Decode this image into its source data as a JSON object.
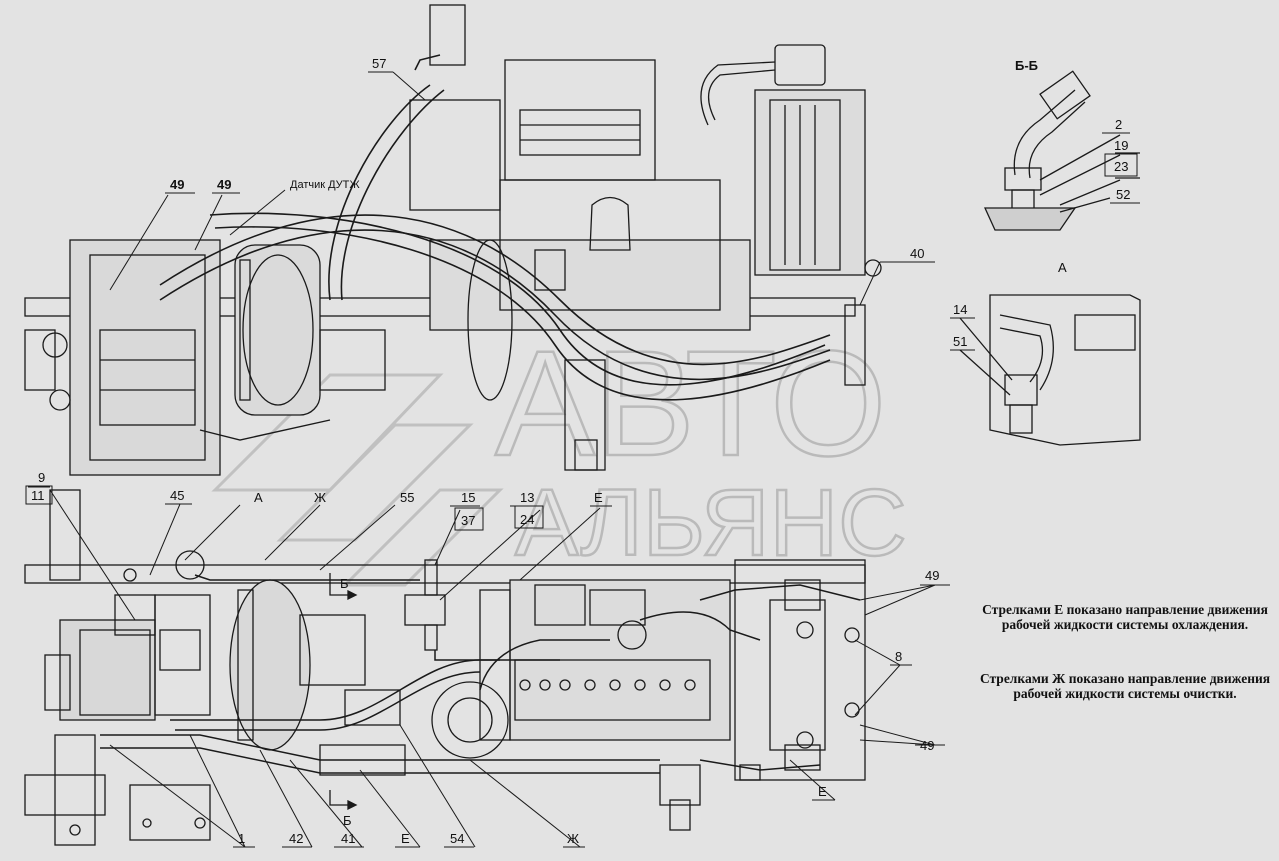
{
  "section_titles": {
    "bb": "Б-Б",
    "a": "А"
  },
  "sensor_label": "Датчик ДУТЖ",
  "callouts": {
    "c57": "57",
    "c49a": "49",
    "c49b": "49",
    "c40": "40",
    "c2": "2",
    "c19": "19",
    "c23": "23",
    "c52": "52",
    "c14": "14",
    "c51": "51",
    "c9": "9",
    "c11": "11",
    "c45": "45",
    "cA": "А",
    "cZh": "Ж",
    "c55": "55",
    "c15": "15",
    "c37": "37",
    "c13": "13",
    "c24": "24",
    "cE": "Е",
    "c49c": "49",
    "c8": "8",
    "c49d": "49",
    "c1": "1",
    "c42": "42",
    "c41": "41",
    "cE2": "Е",
    "c54": "54",
    "cZh2": "Ж",
    "cE3": "Е",
    "cB1": "Б",
    "cB2": "Б"
  },
  "notes": {
    "n1": "Стрелками Е показано направление движения рабочей жидкости системы охлаждения.",
    "n2": "Стрелками Ж показано направление движения рабочей жидкости системы очистки."
  },
  "watermark": {
    "line1": "АВТО",
    "line2": "АЛЬЯНС"
  }
}
